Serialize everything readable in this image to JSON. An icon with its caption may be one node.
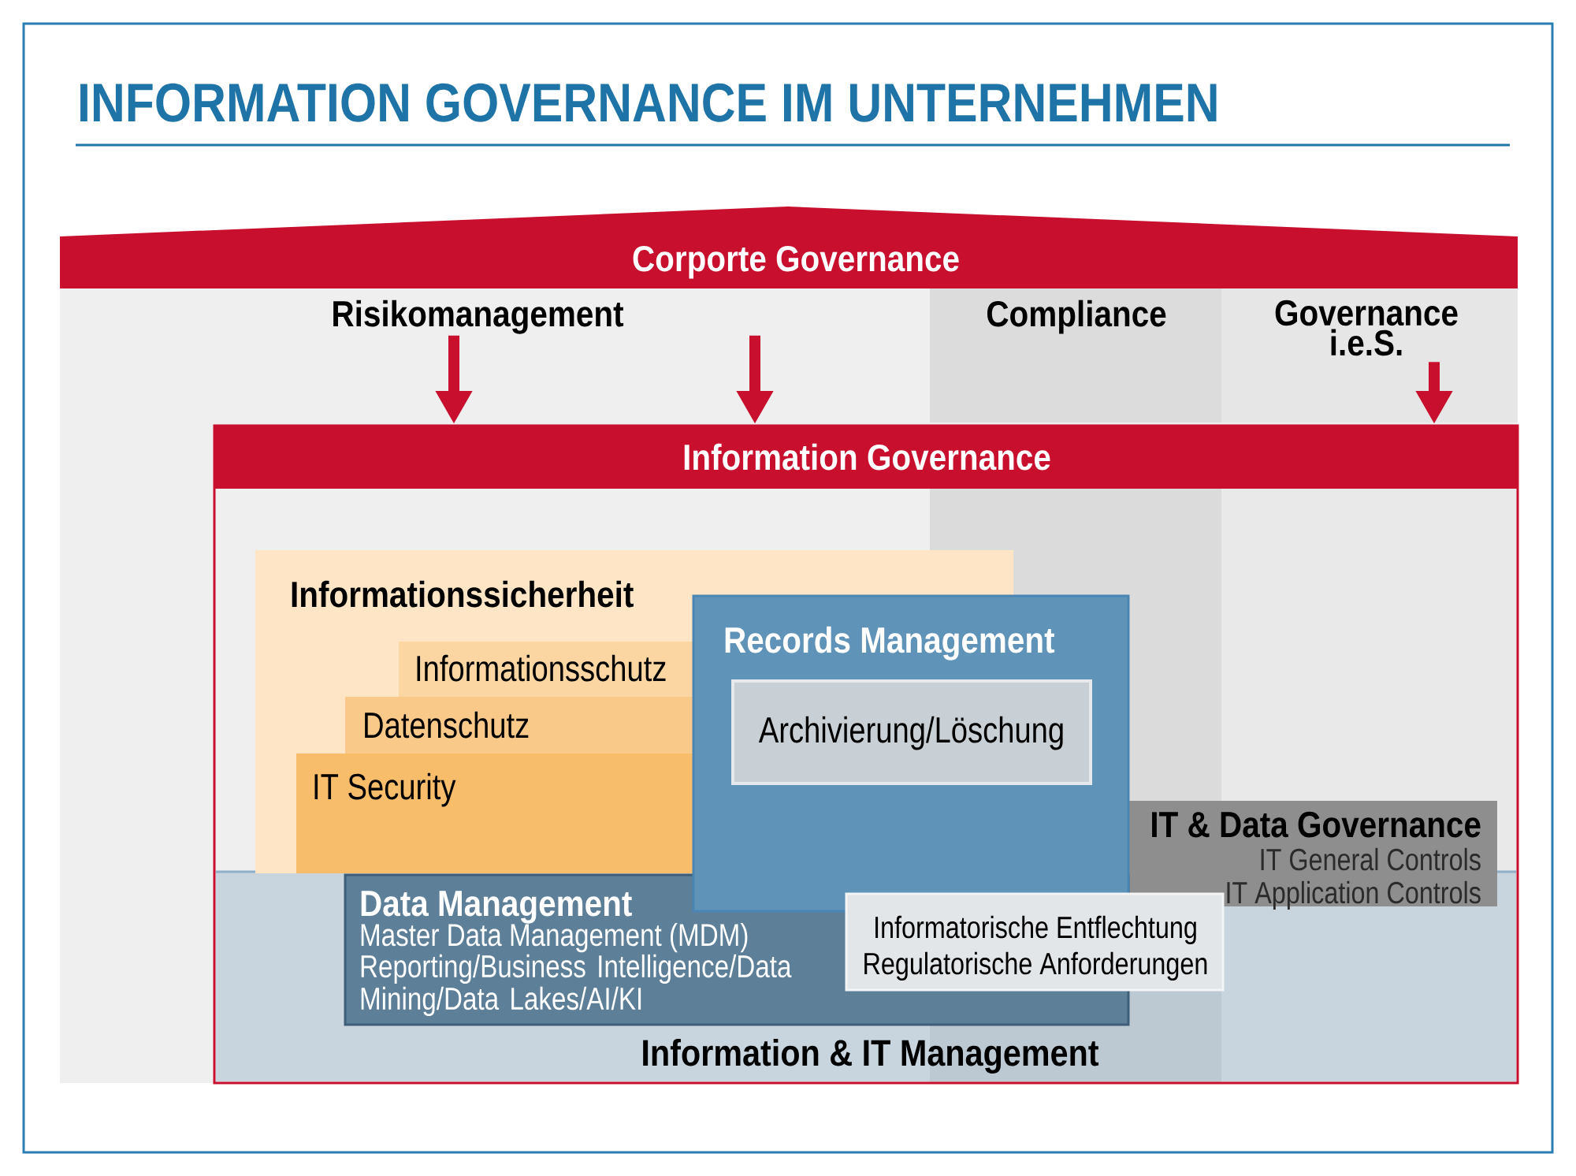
{
  "diagram": {
    "title": "INFORMATION GOVERNANCE IM UNTERNEHMEN",
    "nodes": [
      {
        "text": [
          "Corporte Governance"
        ]
      },
      {
        "text": [
          "Risikomanagement"
        ],
        "in": 0
      },
      {
        "text": [
          "Compliance"
        ],
        "in": 0
      },
      {
        "text": [
          "Governance i.e.S."
        ],
        "in": 0
      },
      {
        "text": [
          "Information Governance"
        ],
        "in": 0
      },
      {
        "text": [
          "Informationssicherheit"
        ],
        "in": 4
      },
      {
        "text": [
          "Informationsschutz"
        ],
        "in": 5
      },
      {
        "text": [
          "Datenschutz"
        ],
        "in": 5
      },
      {
        "text": [
          "IT Security"
        ],
        "in": 5
      },
      {
        "text": [
          "Records Management"
        ],
        "in": 4
      },
      {
        "text": [
          "Archivierung/Löschung"
        ],
        "in": 9
      },
      {
        "text": [
          "IT & Data Governance",
          "IT General Controls",
          "IT Application Controls"
        ],
        "in": 4
      },
      {
        "text": [
          "Information & IT Management"
        ],
        "in": 4
      },
      {
        "text": [
          "Data Management",
          "Master Data Management (MDM)",
          "Reporting/Business Intelligence/Data Mining/Data Lakes/AI/KI"
        ],
        "in": 12
      },
      {
        "text": [
          "Informatorische Entflechtung",
          "Regulatorische Anforderungen"
        ],
        "in": 12
      }
    ],
    "edges": [
      {
        "from": 1,
        "to": 4,
        "arrow": "to"
      },
      {
        "from": 1,
        "to": 4,
        "arrow": "to"
      },
      {
        "from": 3,
        "to": 4,
        "arrow": "to"
      }
    ]
  }
}
